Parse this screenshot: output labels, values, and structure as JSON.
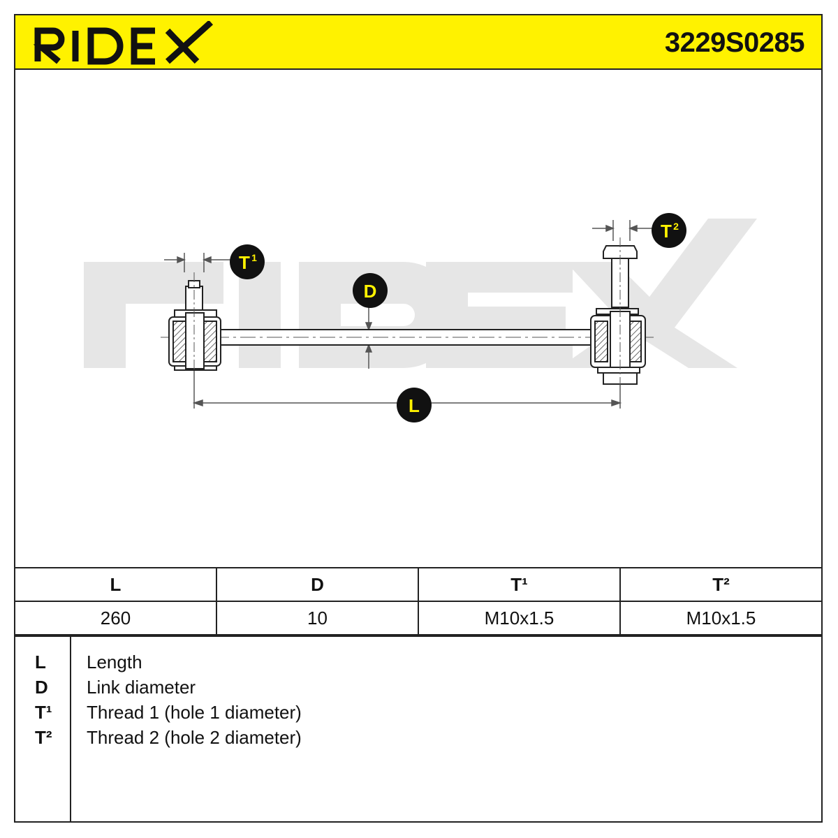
{
  "header": {
    "brand": "RIDEX",
    "part_number": "3229S0285"
  },
  "drawing": {
    "watermark": "RIDEX",
    "callouts": {
      "t1": "T",
      "t1_sup": "1",
      "t2": "T",
      "t2_sup": "2",
      "d": "D",
      "l": "L"
    }
  },
  "spec_table": {
    "headers": [
      "L",
      "D",
      "T¹",
      "T²"
    ],
    "values": [
      "260",
      "10",
      "M10x1.5",
      "M10x1.5"
    ]
  },
  "legend": [
    {
      "key": "L",
      "text": "Length"
    },
    {
      "key": "D",
      "text": "Link diameter"
    },
    {
      "key": "T¹",
      "text": "Thread 1 (hole 1 diameter)"
    },
    {
      "key": "T²",
      "text": "Thread 2 (hole 2 diameter)"
    }
  ],
  "colors": {
    "accent_yellow": "#fff200",
    "callout_fill": "#111111",
    "callout_text": "#fff200",
    "watermark": "#e6e6e6"
  }
}
